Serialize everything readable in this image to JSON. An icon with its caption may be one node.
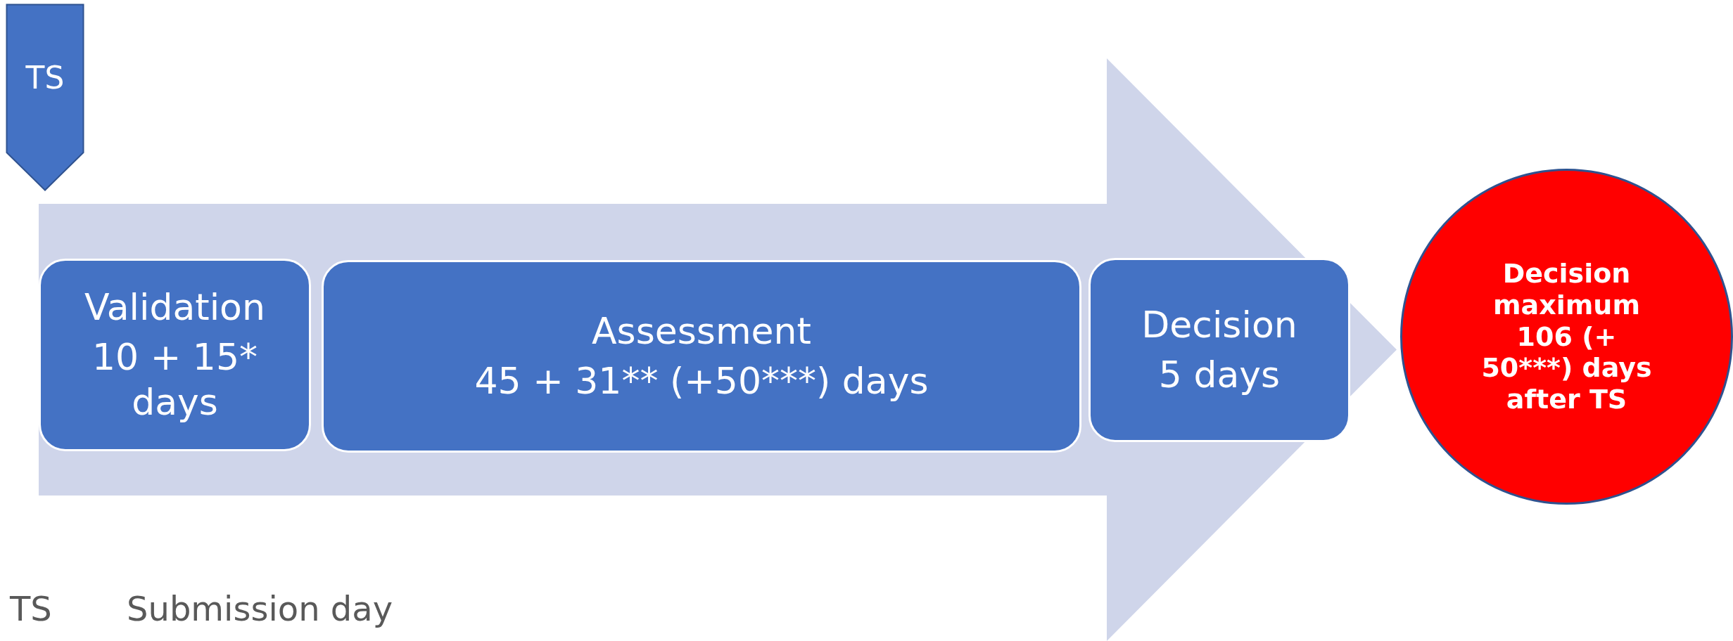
{
  "diagram": {
    "nodes": [
      {
        "text": [
          "TS"
        ]
      },
      {
        "text": [],
        "shape": "arrow"
      },
      {
        "text": [
          "Validation",
          "10 + 15* days"
        ],
        "in": 1
      },
      {
        "text": [
          "Assessment",
          "45 + 31** (+50***) days"
        ],
        "in": 1
      },
      {
        "text": [
          "Decision",
          "5 days"
        ],
        "in": 1
      },
      {
        "text": [
          "Decision maximum 106 (+ 50***) days after TS"
        ]
      }
    ],
    "edges": [],
    "labels": [
      "TS",
      "Submission day"
    ]
  }
}
